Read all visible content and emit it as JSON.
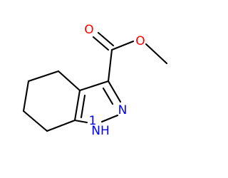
{
  "molecule": {
    "atoms": {
      "o_carbonyl": "O",
      "o_ester": "O",
      "n2": "N",
      "n1": "NH",
      "n1_locant": "1"
    },
    "colors": {
      "bond": "#000000",
      "oxygen": "#ff0000",
      "nitrogen": "#0000ff"
    }
  }
}
